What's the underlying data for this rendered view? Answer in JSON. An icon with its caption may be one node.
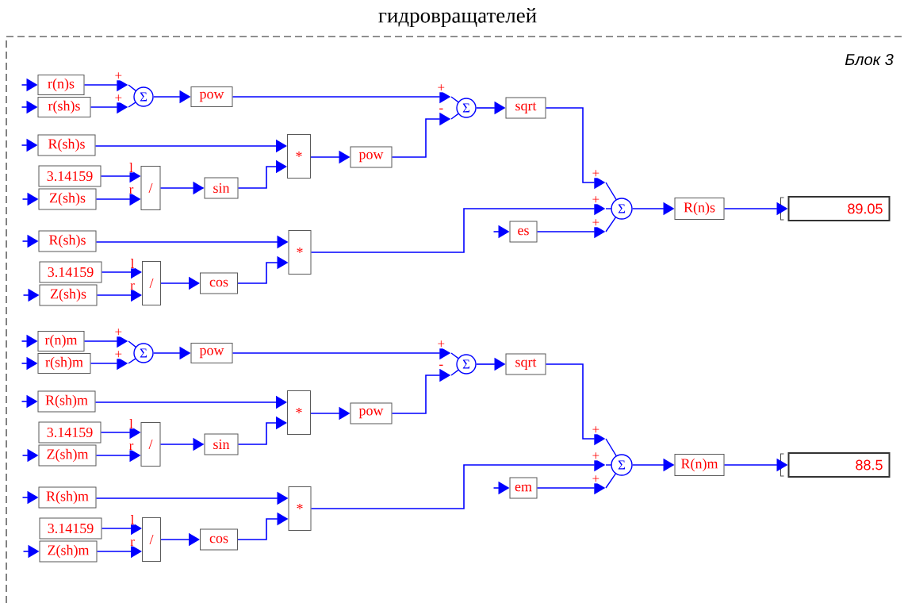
{
  "diagram": {
    "title": "гидровращателей",
    "nodes": [
      {
        "text": [
          "r(n)s"
        ]
      },
      {
        "text": [
          "r(sh)s"
        ]
      },
      {
        "text": [
          "Σ"
        ]
      },
      {
        "text": [
          "pow"
        ]
      },
      {
        "text": [
          "Σ"
        ]
      },
      {
        "text": [
          "sqrt"
        ]
      },
      {
        "text": [
          "R(sh)s"
        ]
      },
      {
        "text": [
          "*"
        ]
      },
      {
        "text": [
          "pow"
        ]
      },
      {
        "text": [
          "3.14159"
        ]
      },
      {
        "text": [
          "Z(sh)s"
        ]
      },
      {
        "text": [
          "/"
        ]
      },
      {
        "text": [
          "sin"
        ]
      },
      {
        "text": [
          "Σ"
        ]
      },
      {
        "text": [
          "R(n)s"
        ]
      },
      {
        "text": [
          "89.05"
        ]
      },
      {
        "text": [
          "es"
        ]
      },
      {
        "text": [
          "R(sh)s"
        ]
      },
      {
        "text": [
          "*"
        ]
      },
      {
        "text": [
          "3.14159"
        ]
      },
      {
        "text": [
          "Z(sh)s"
        ]
      },
      {
        "text": [
          "/"
        ]
      },
      {
        "text": [
          "cos"
        ]
      },
      {
        "text": [
          "r(n)m"
        ]
      },
      {
        "text": [
          "r(sh)m"
        ]
      },
      {
        "text": [
          "Σ"
        ]
      },
      {
        "text": [
          "pow"
        ]
      },
      {
        "text": [
          "Σ"
        ]
      },
      {
        "text": [
          "sqrt"
        ]
      },
      {
        "text": [
          "R(sh)m"
        ]
      },
      {
        "text": [
          "*"
        ]
      },
      {
        "text": [
          "pow"
        ]
      },
      {
        "text": [
          "3.14159"
        ]
      },
      {
        "text": [
          "Z(sh)m"
        ]
      },
      {
        "text": [
          "/"
        ]
      },
      {
        "text": [
          "sin"
        ]
      },
      {
        "text": [
          "Σ"
        ]
      },
      {
        "text": [
          "R(n)m"
        ]
      },
      {
        "text": [
          "88.5"
        ]
      },
      {
        "text": [
          "em"
        ]
      },
      {
        "text": [
          "R(sh)m"
        ]
      },
      {
        "text": [
          "*"
        ]
      },
      {
        "text": [
          "3.14159"
        ]
      },
      {
        "text": [
          "Z(sh)m"
        ]
      },
      {
        "text": [
          "/"
        ]
      },
      {
        "text": [
          "cos"
        ]
      }
    ],
    "edges": [
      {
        "from": null,
        "to": 0,
        "arrow": "to"
      },
      {
        "from": null,
        "to": 1,
        "arrow": "to"
      },
      {
        "from": 0,
        "to": 2,
        "arrow": "to",
        "label": "+"
      },
      {
        "from": 1,
        "to": 2,
        "arrow": "to",
        "label": "+"
      },
      {
        "from": 2,
        "to": 3,
        "arrow": "to"
      },
      {
        "from": 3,
        "to": 4,
        "arrow": "to",
        "label": "+"
      },
      {
        "from": 4,
        "to": 5,
        "arrow": "to"
      },
      {
        "from": 8,
        "to": 4,
        "arrow": "to",
        "label": "-"
      },
      {
        "from": null,
        "to": 6,
        "arrow": "to"
      },
      {
        "from": 6,
        "to": 7,
        "arrow": "to"
      },
      {
        "from": 7,
        "to": 8,
        "arrow": "to"
      },
      {
        "from": 9,
        "to": 11,
        "arrow": "to",
        "label": "l"
      },
      {
        "from": null,
        "to": 10,
        "arrow": "to"
      },
      {
        "from": 10,
        "to": 11,
        "arrow": "to",
        "label": "r"
      },
      {
        "from": 11,
        "to": 12,
        "arrow": "to"
      },
      {
        "from": 12,
        "to": 7,
        "arrow": "to"
      },
      {
        "from": 5,
        "to": 13,
        "arrow": "to",
        "label": "+"
      },
      {
        "from": 18,
        "to": 13,
        "arrow": "to",
        "label": "+"
      },
      {
        "from": 16,
        "to": 13,
        "arrow": "to",
        "label": "+"
      },
      {
        "from": null,
        "to": 16,
        "arrow": "to"
      },
      {
        "from": 13,
        "to": 14,
        "arrow": "to"
      },
      {
        "from": 14,
        "to": 15,
        "arrow": "to"
      },
      {
        "from": null,
        "to": 17,
        "arrow": "to"
      },
      {
        "from": 17,
        "to": 18,
        "arrow": "to"
      },
      {
        "from": 19,
        "to": 21,
        "arrow": "to",
        "label": "l"
      },
      {
        "from": null,
        "to": 20,
        "arrow": "to"
      },
      {
        "from": 20,
        "to": 21,
        "arrow": "to",
        "label": "r"
      },
      {
        "from": 21,
        "to": 22,
        "arrow": "to"
      },
      {
        "from": 22,
        "to": 18,
        "arrow": "to"
      },
      {
        "from": null,
        "to": 23,
        "arrow": "to"
      },
      {
        "from": null,
        "to": 24,
        "arrow": "to"
      },
      {
        "from": 23,
        "to": 25,
        "arrow": "to",
        "label": "+"
      },
      {
        "from": 24,
        "to": 25,
        "arrow": "to",
        "label": "+"
      },
      {
        "from": 25,
        "to": 26,
        "arrow": "to"
      },
      {
        "from": 26,
        "to": 27,
        "arrow": "to",
        "label": "+"
      },
      {
        "from": 27,
        "to": 28,
        "arrow": "to"
      },
      {
        "from": 31,
        "to": 27,
        "arrow": "to",
        "label": "-"
      },
      {
        "from": null,
        "to": 29,
        "arrow": "to"
      },
      {
        "from": 29,
        "to": 30,
        "arrow": "to"
      },
      {
        "from": 30,
        "to": 31,
        "arrow": "to"
      },
      {
        "from": 32,
        "to": 34,
        "arrow": "to",
        "label": "l"
      },
      {
        "from": null,
        "to": 33,
        "arrow": "to"
      },
      {
        "from": 33,
        "to": 34,
        "arrow": "to",
        "label": "r"
      },
      {
        "from": 34,
        "to": 35,
        "arrow": "to"
      },
      {
        "from": 35,
        "to": 30,
        "arrow": "to"
      },
      {
        "from": 28,
        "to": 36,
        "arrow": "to",
        "label": "+"
      },
      {
        "from": 41,
        "to": 36,
        "arrow": "to",
        "label": "+"
      },
      {
        "from": 39,
        "to": 36,
        "arrow": "to",
        "label": "+"
      },
      {
        "from": null,
        "to": 39,
        "arrow": "to"
      },
      {
        "from": 36,
        "to": 37,
        "arrow": "to"
      },
      {
        "from": 37,
        "to": 38,
        "arrow": "to"
      },
      {
        "from": null,
        "to": 40,
        "arrow": "to"
      },
      {
        "from": 40,
        "to": 41,
        "arrow": "to"
      },
      {
        "from": 42,
        "to": 44,
        "arrow": "to",
        "label": "l"
      },
      {
        "from": null,
        "to": 43,
        "arrow": "to"
      },
      {
        "from": 43,
        "to": 44,
        "arrow": "to",
        "label": "r"
      },
      {
        "from": 44,
        "to": 45,
        "arrow": "to"
      },
      {
        "from": 45,
        "to": 41,
        "arrow": "to"
      }
    ],
    "labels": [
      "Блок 3"
    ]
  }
}
